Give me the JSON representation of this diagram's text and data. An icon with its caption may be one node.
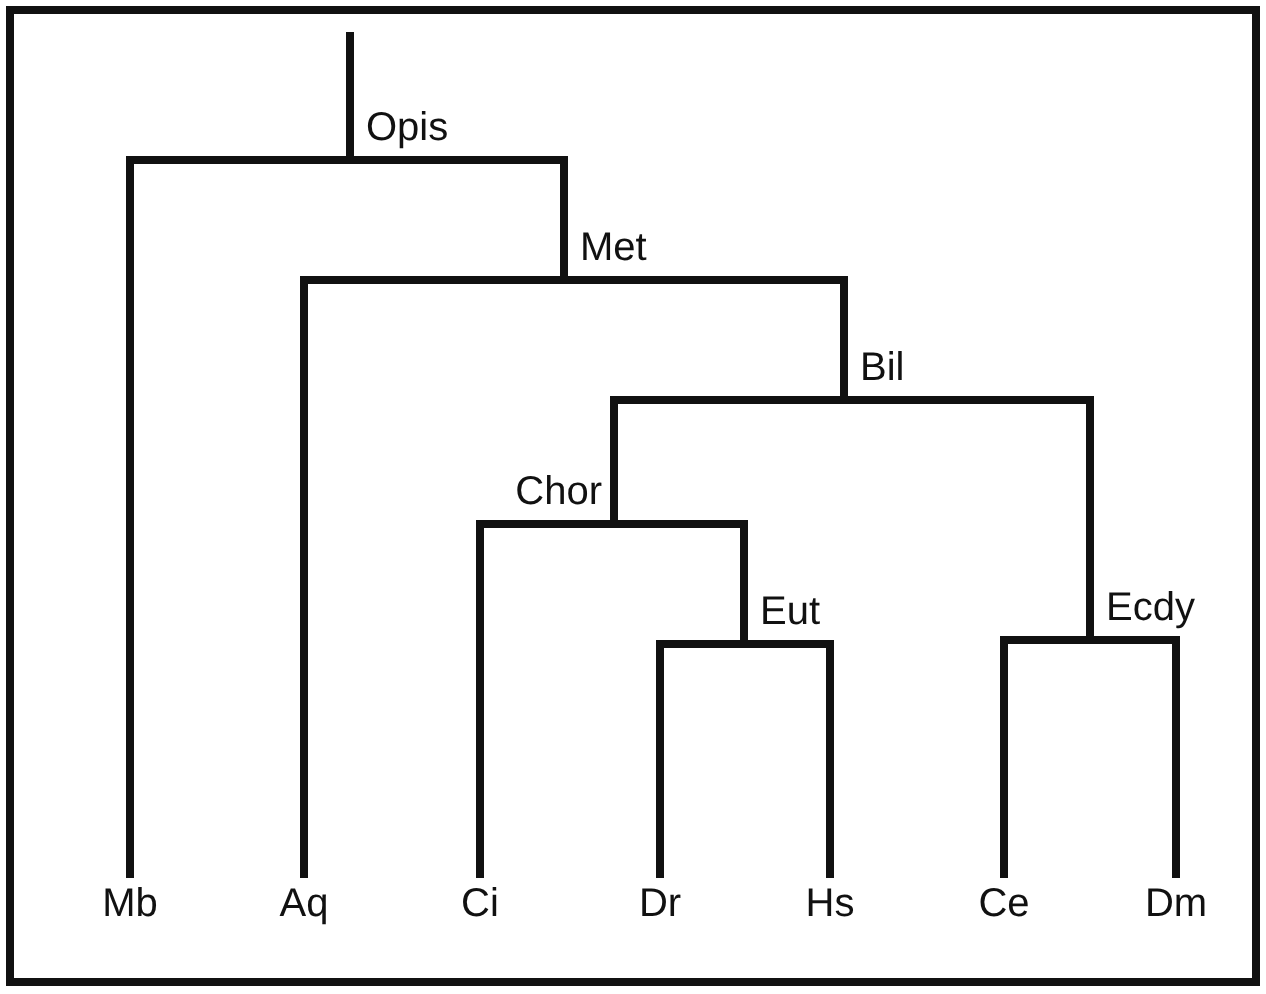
{
  "diagram": {
    "nodes": [
      {
        "text": [
          "Opis"
        ]
      },
      {
        "text": [
          "Met"
        ]
      },
      {
        "text": [
          "Bil"
        ]
      },
      {
        "text": [
          "Chor"
        ]
      },
      {
        "text": [
          "Eut"
        ]
      },
      {
        "text": [
          "Ecdy"
        ]
      },
      {
        "text": [
          "Mb"
        ]
      },
      {
        "text": [
          "Aq"
        ]
      },
      {
        "text": [
          "Ci"
        ]
      },
      {
        "text": [
          "Dr"
        ]
      },
      {
        "text": [
          "Hs"
        ]
      },
      {
        "text": [
          "Ce"
        ]
      },
      {
        "text": [
          "Dm"
        ]
      }
    ],
    "edges": [
      {
        "from": null,
        "to": 0,
        "arrow": "none"
      },
      {
        "from": 0,
        "to": 6,
        "arrow": "none"
      },
      {
        "from": 0,
        "to": 1,
        "arrow": "none"
      },
      {
        "from": 1,
        "to": 7,
        "arrow": "none"
      },
      {
        "from": 1,
        "to": 2,
        "arrow": "none"
      },
      {
        "from": 2,
        "to": 3,
        "arrow": "none"
      },
      {
        "from": 2,
        "to": 5,
        "arrow": "none"
      },
      {
        "from": 3,
        "to": 8,
        "arrow": "none"
      },
      {
        "from": 3,
        "to": 4,
        "arrow": "none"
      },
      {
        "from": 4,
        "to": 9,
        "arrow": "none"
      },
      {
        "from": 4,
        "to": 10,
        "arrow": "none"
      },
      {
        "from": 5,
        "to": 11,
        "arrow": "none"
      },
      {
        "from": 5,
        "to": 12,
        "arrow": "none"
      }
    ]
  }
}
